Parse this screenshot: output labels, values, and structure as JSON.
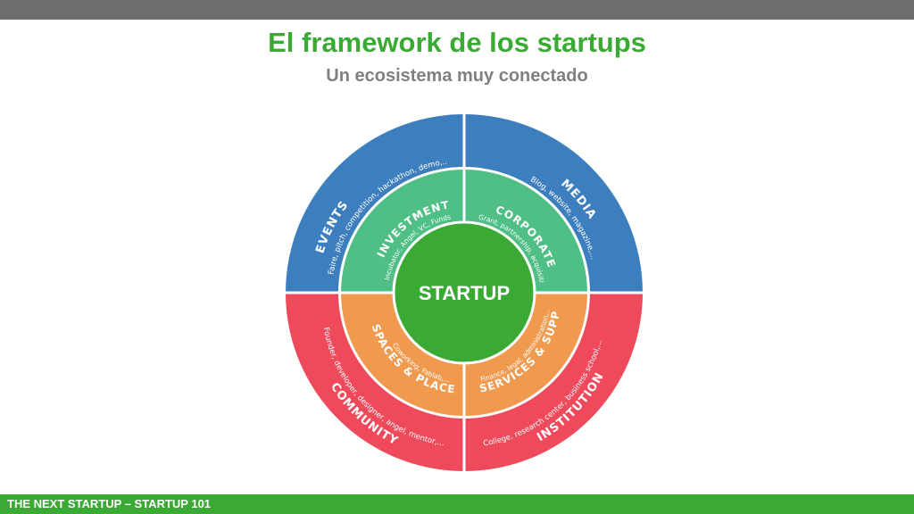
{
  "header": {
    "title": "El framework de los startups",
    "subtitle": "Un ecosistema muy conectado"
  },
  "diagram": {
    "center": "STARTUP",
    "inner": [
      {
        "title": "INVESTMENT",
        "desc": "Incubator, Angel, VC, Funds,...",
        "color": "#4fbf86"
      },
      {
        "title": "CORPORATE",
        "desc": "Grant, partnership, acquisition,...",
        "color": "#4fbf86"
      },
      {
        "title": "SERVICES & SUPPORT",
        "desc": "Finance, legal, administration,...",
        "color": "#ef9a4e"
      },
      {
        "title": "SPACES & PLACES",
        "desc": "Coworking, Fablab,...",
        "color": "#ef9a4e"
      }
    ],
    "outer": [
      {
        "title": "EVENTS",
        "desc": "Faire, pitch, competition, hackathon, demo,...",
        "color": "#3d7fbe"
      },
      {
        "title": "MEDIA",
        "desc": "Blog, website, magazine,...",
        "color": "#3d7fbe"
      },
      {
        "title": "INSTITUTION",
        "desc": "College, research center, business school,...",
        "color": "#ef4a5c"
      },
      {
        "title": "COMMUNITY",
        "desc": "Founder, developer, designer, angel, mentor,...",
        "color": "#ef4a5c"
      }
    ],
    "center_color": "#3aaa35"
  },
  "footer": {
    "text": "THE NEXT STARTUP – STARTUP 101"
  }
}
